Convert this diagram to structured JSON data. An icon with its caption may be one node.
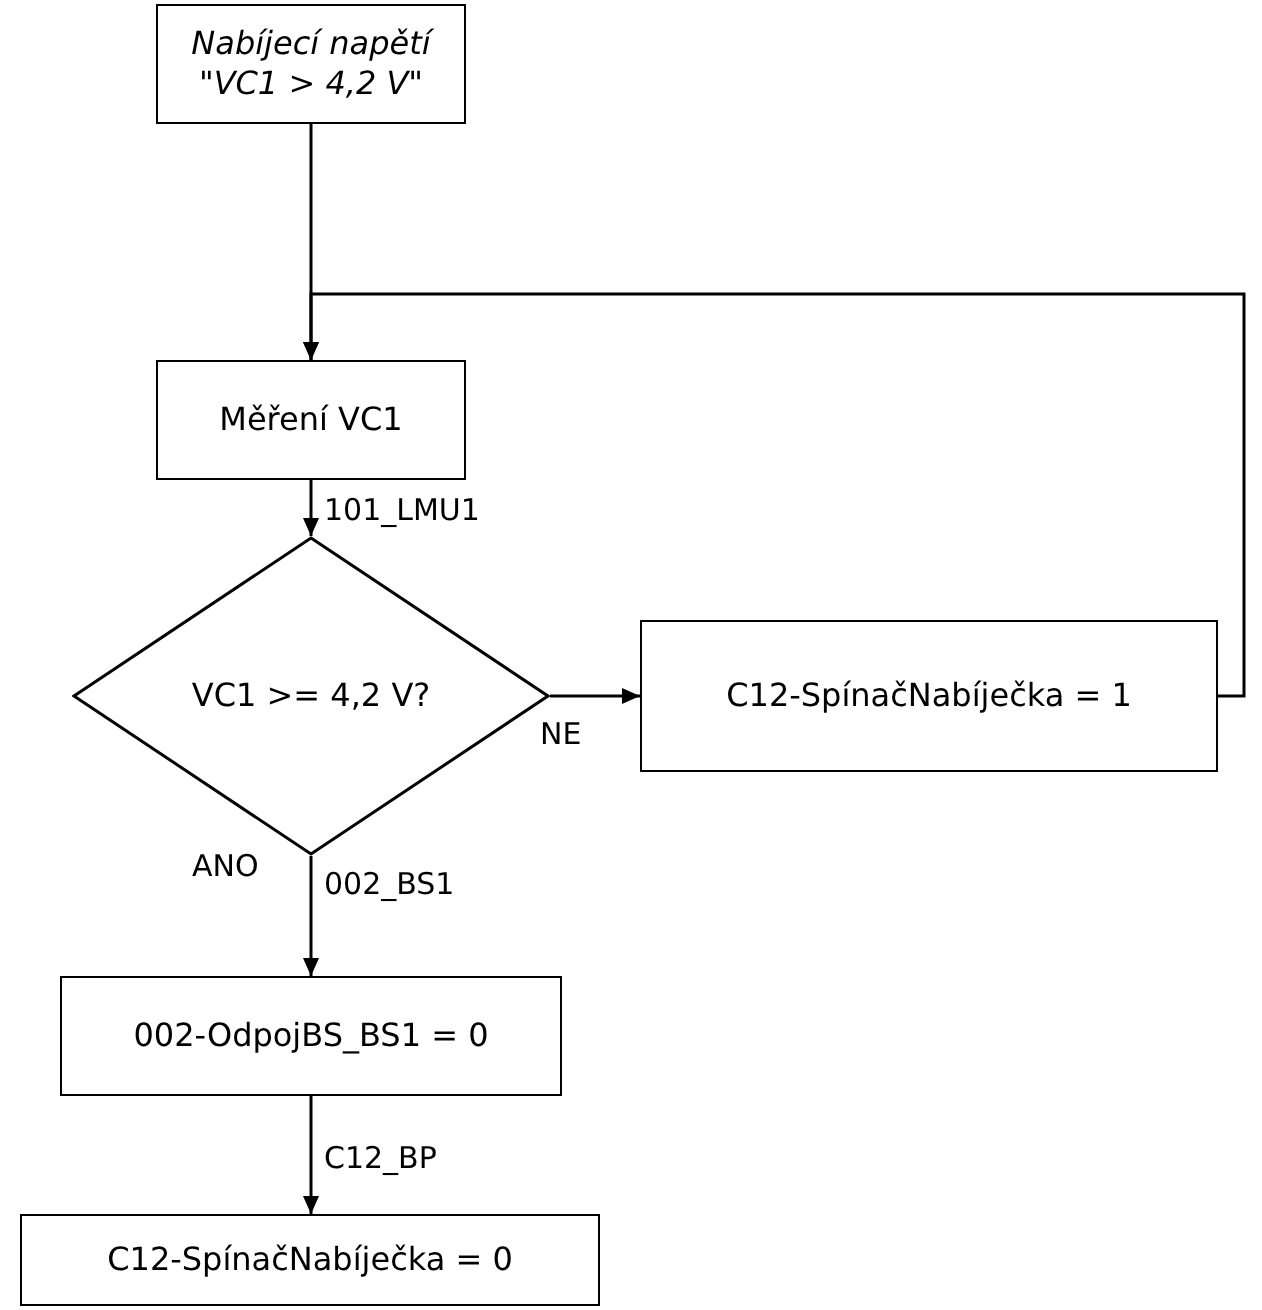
{
  "diagram": {
    "nodes": [
      {
        "text": [
          "Nabíjecí napětí \"VC1 > 4,2 V\""
        ]
      },
      {
        "text": [
          "Měření VC1"
        ]
      },
      {
        "text": [
          "VC1 >= 4,2 V?"
        ]
      },
      {
        "text": [
          "C12-SpínačNabíječka = 1"
        ]
      },
      {
        "text": [
          "002-OdpojBS_BS1 = 0"
        ]
      },
      {
        "text": [
          "C12-SpínačNabíječka = 0"
        ]
      }
    ],
    "edges": [
      {
        "from": 0,
        "to": 1,
        "arrow": "to"
      },
      {
        "from": 1,
        "to": 2,
        "arrow": "to",
        "label": "101_LMU1"
      },
      {
        "from": 2,
        "to": 3,
        "arrow": "to",
        "label": "NE"
      },
      {
        "from": 3,
        "to": 1,
        "arrow": "to"
      },
      {
        "from": 2,
        "to": 4,
        "arrow": "to",
        "label": "ANO"
      },
      {
        "from": 4,
        "to": 5,
        "arrow": "to",
        "label": "C12_BP"
      }
    ],
    "labels": [
      "002_BS1"
    ]
  }
}
